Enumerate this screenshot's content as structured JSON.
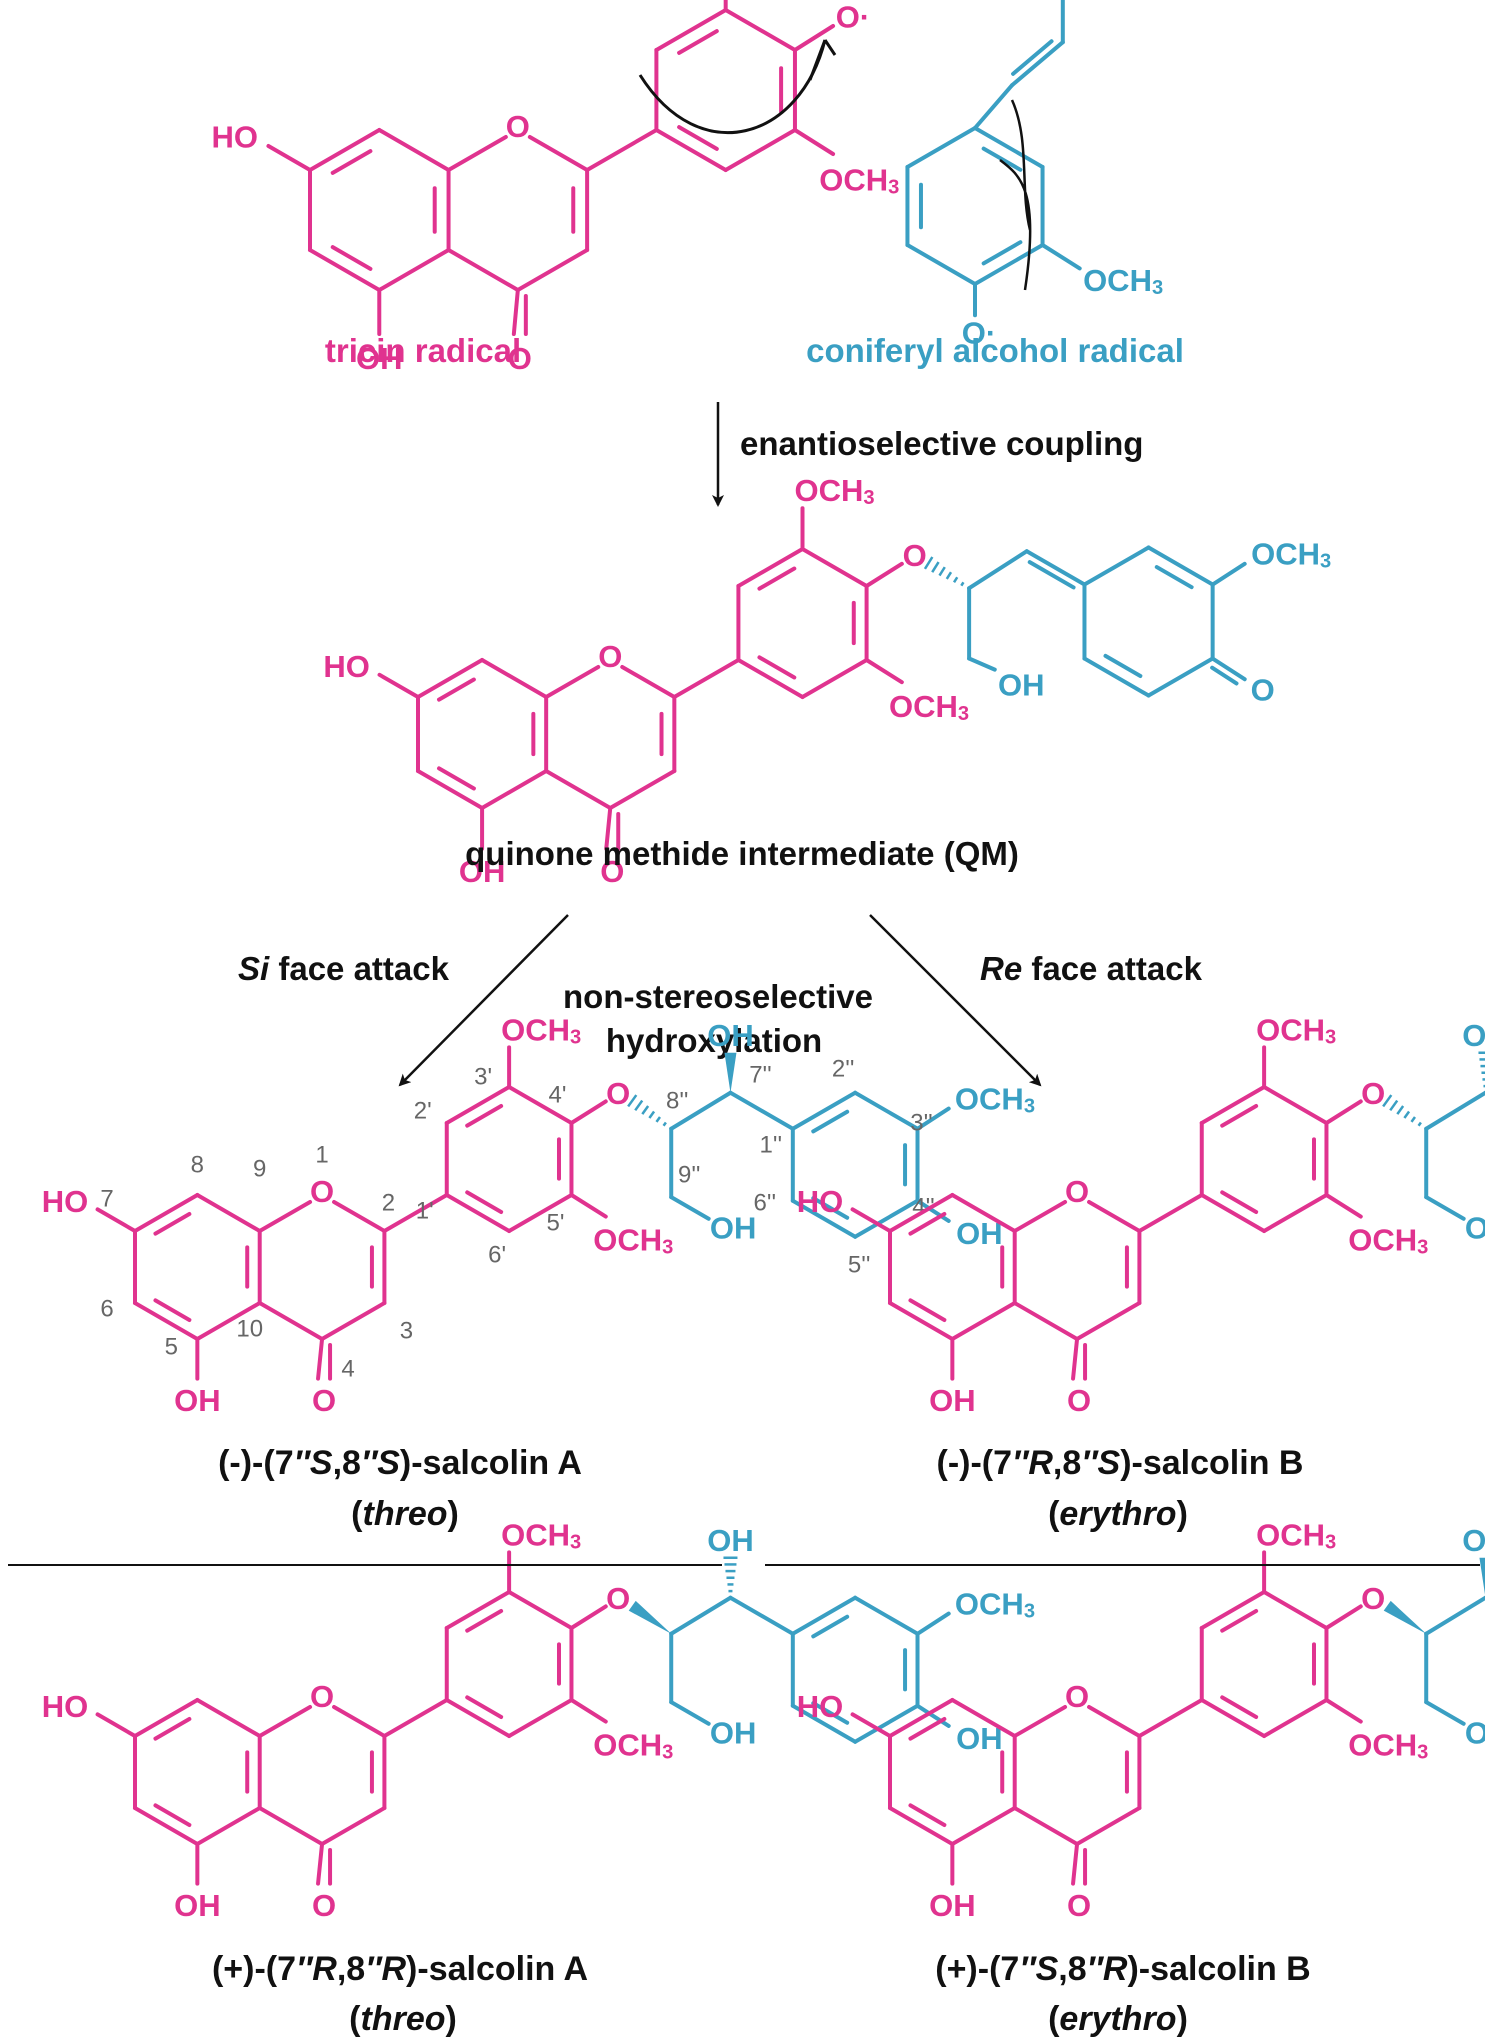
{
  "colors": {
    "pink": "#e0338f",
    "blue": "#3a9fc3",
    "black": "#111111",
    "gray": "#666666"
  },
  "reactants": {
    "tricin_label": "tricin radical",
    "coniferyl_label": "coniferyl alcohol radical"
  },
  "steps": {
    "coupling": "enantioselective coupling",
    "si": {
      "prefix": "Si",
      "suffix": " face attack"
    },
    "re": {
      "prefix": "Re",
      "suffix": " face attack"
    },
    "hydroxylation_line1": "non-stereoselective",
    "hydroxylation_line2": "hydroxylation"
  },
  "intermediate": {
    "label": "quinone methide intermediate (QM)"
  },
  "atoms": {
    "OCH3": "OCH",
    "sub3": "3",
    "OH": "OH",
    "HO": "HO",
    "O": "O",
    "O_rad": "O·"
  },
  "numbering": {
    "n1": "1",
    "n2": "2",
    "n3": "3",
    "n4": "4",
    "n5": "5",
    "n6": "6",
    "n7": "7",
    "n8": "8",
    "n9": "9",
    "n10": "10",
    "n1p": "1'",
    "n2p": "2'",
    "n3p": "3'",
    "n4p": "4'",
    "n5p": "5'",
    "n6p": "6'",
    "n1pp": "1''",
    "n2pp": "2''",
    "n3pp": "3''",
    "n4pp": "4''",
    "n5pp": "5''",
    "n6pp": "6''",
    "n7pp": "7''",
    "n8pp": "8''",
    "n9pp": "9''"
  },
  "products": {
    "a_minus": {
      "p1": "(-)-(7",
      "i1": "″S",
      "p2": ",8",
      "i2": "″S",
      "p3": ")-salcolin A",
      "q1": "(",
      "qi": "threo",
      "q2": ")"
    },
    "b_minus": {
      "p1": "(-)-(7",
      "i1": "″R",
      "p2": ",8",
      "i2": "″S",
      "p3": ")-salcolin B",
      "q1": "(",
      "qi": "erythro",
      "q2": ")"
    },
    "a_plus": {
      "p1": "(+)-(7",
      "i1": "″R",
      "p2": ",8",
      "i2": "″R",
      "p3": ")-salcolin A",
      "q1": "(",
      "qi": "threo",
      "q2": ")"
    },
    "b_plus": {
      "p1": "(+)-(7",
      "i1": "″S",
      "p2": ",8",
      "i2": "″R",
      "p3": ")-salcolin B",
      "q1": "(",
      "qi": "erythro",
      "q2": ")"
    }
  }
}
